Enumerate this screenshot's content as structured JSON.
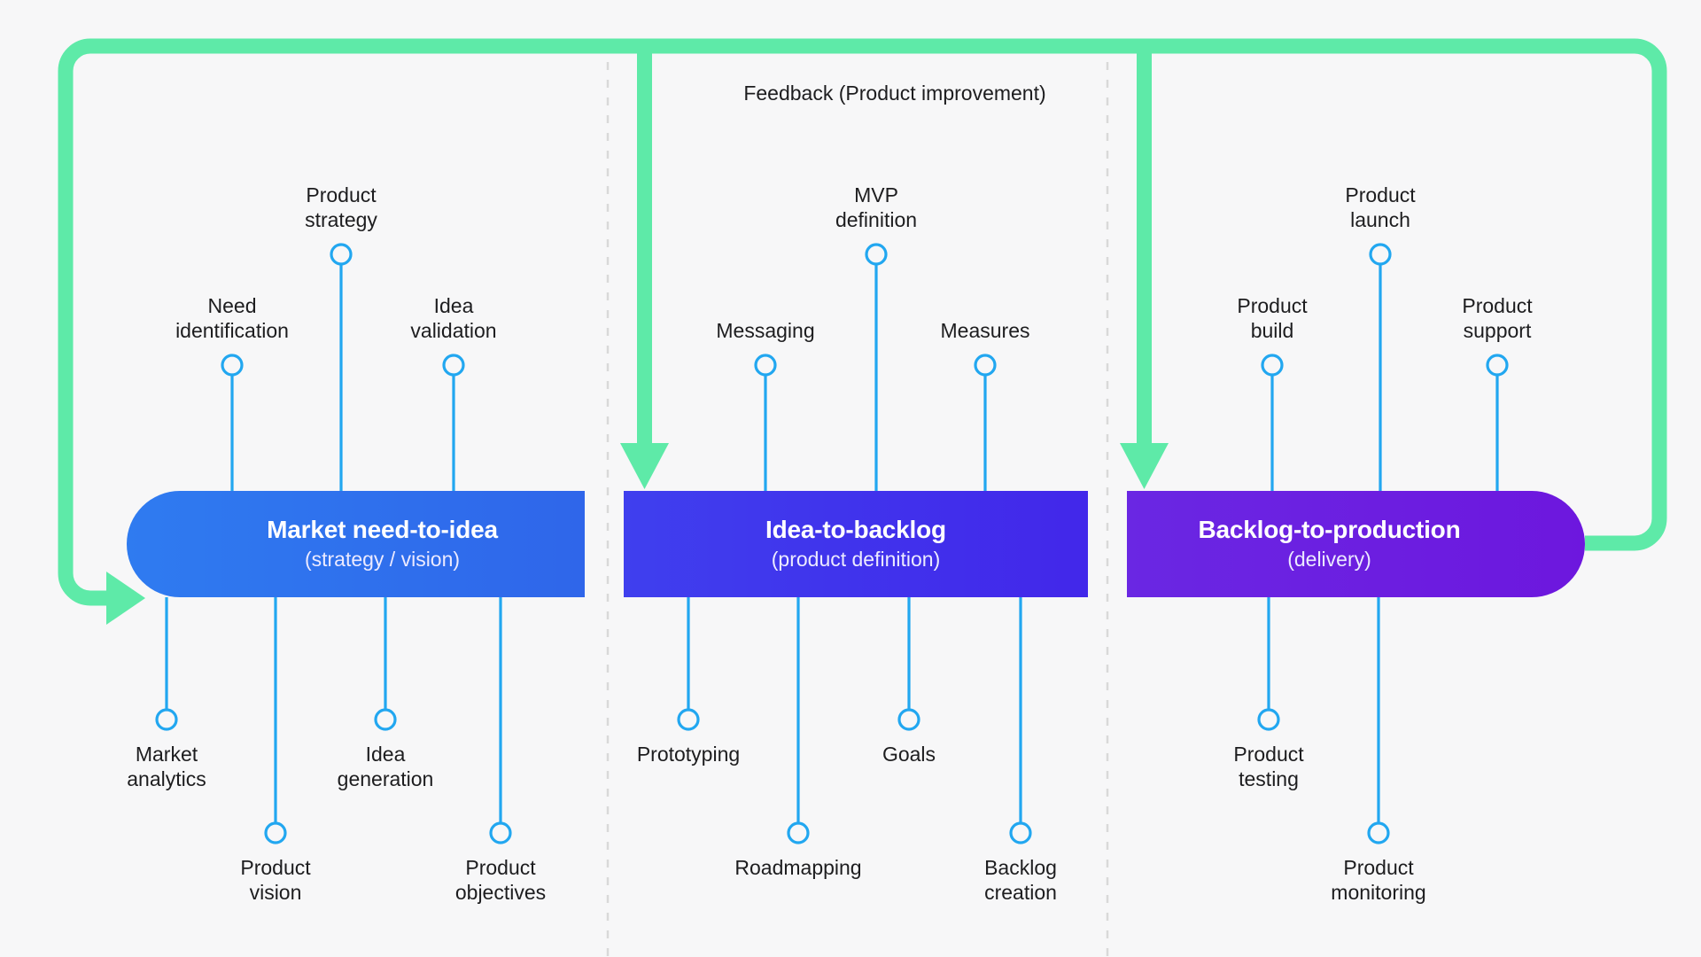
{
  "diagram": {
    "feedback_label": "Feedback (Product improvement)",
    "colors": {
      "background": "#f7f7f8",
      "loop_green": "#5eeaa8",
      "stem_blue": "#22a7f0",
      "phase_1": "#2f6fed",
      "phase_2": "#3f33ec",
      "phase_3": "#6d1fe0",
      "label_text": "#1d1d1f",
      "divider": "#d9d9d9"
    },
    "phases": [
      {
        "id": "market-need-to-idea",
        "title": "Market need-to-idea",
        "subtitle": "(strategy / vision)",
        "color": "#2f6fed",
        "top_nodes": [
          {
            "label": "Need\nidentification",
            "stem": "short"
          },
          {
            "label": "Product\nstrategy",
            "stem": "long"
          },
          {
            "label": "Idea\nvalidation",
            "stem": "short"
          }
        ],
        "bottom_nodes": [
          {
            "label": "Market\nanalytics",
            "stem": "short"
          },
          {
            "label": "Product\nvision",
            "stem": "long"
          },
          {
            "label": "Idea\ngeneration",
            "stem": "short"
          },
          {
            "label": "Product\nobjectives",
            "stem": "long"
          }
        ]
      },
      {
        "id": "idea-to-backlog",
        "title": "Idea-to-backlog",
        "subtitle": "(product definition)",
        "color": "#3f33ec",
        "top_nodes": [
          {
            "label": "Messaging",
            "stem": "short"
          },
          {
            "label": "MVP\ndefinition",
            "stem": "long"
          },
          {
            "label": "Measures",
            "stem": "short"
          }
        ],
        "bottom_nodes": [
          {
            "label": "Prototyping",
            "stem": "short"
          },
          {
            "label": "Roadmapping",
            "stem": "long"
          },
          {
            "label": "Goals",
            "stem": "short"
          },
          {
            "label": "Backlog\ncreation",
            "stem": "long"
          }
        ]
      },
      {
        "id": "backlog-to-production",
        "title": "Backlog-to-production",
        "subtitle": "(delivery)",
        "color": "#6d1fe0",
        "top_nodes": [
          {
            "label": "Product\nbuild",
            "stem": "short"
          },
          {
            "label": "Product\nlaunch",
            "stem": "long"
          },
          {
            "label": "Product\nsupport",
            "stem": "short"
          }
        ],
        "bottom_nodes": [
          {
            "label": "Product\ntesting",
            "stem": "short"
          },
          {
            "label": "Product\nmonitoring",
            "stem": "long"
          }
        ]
      }
    ]
  }
}
